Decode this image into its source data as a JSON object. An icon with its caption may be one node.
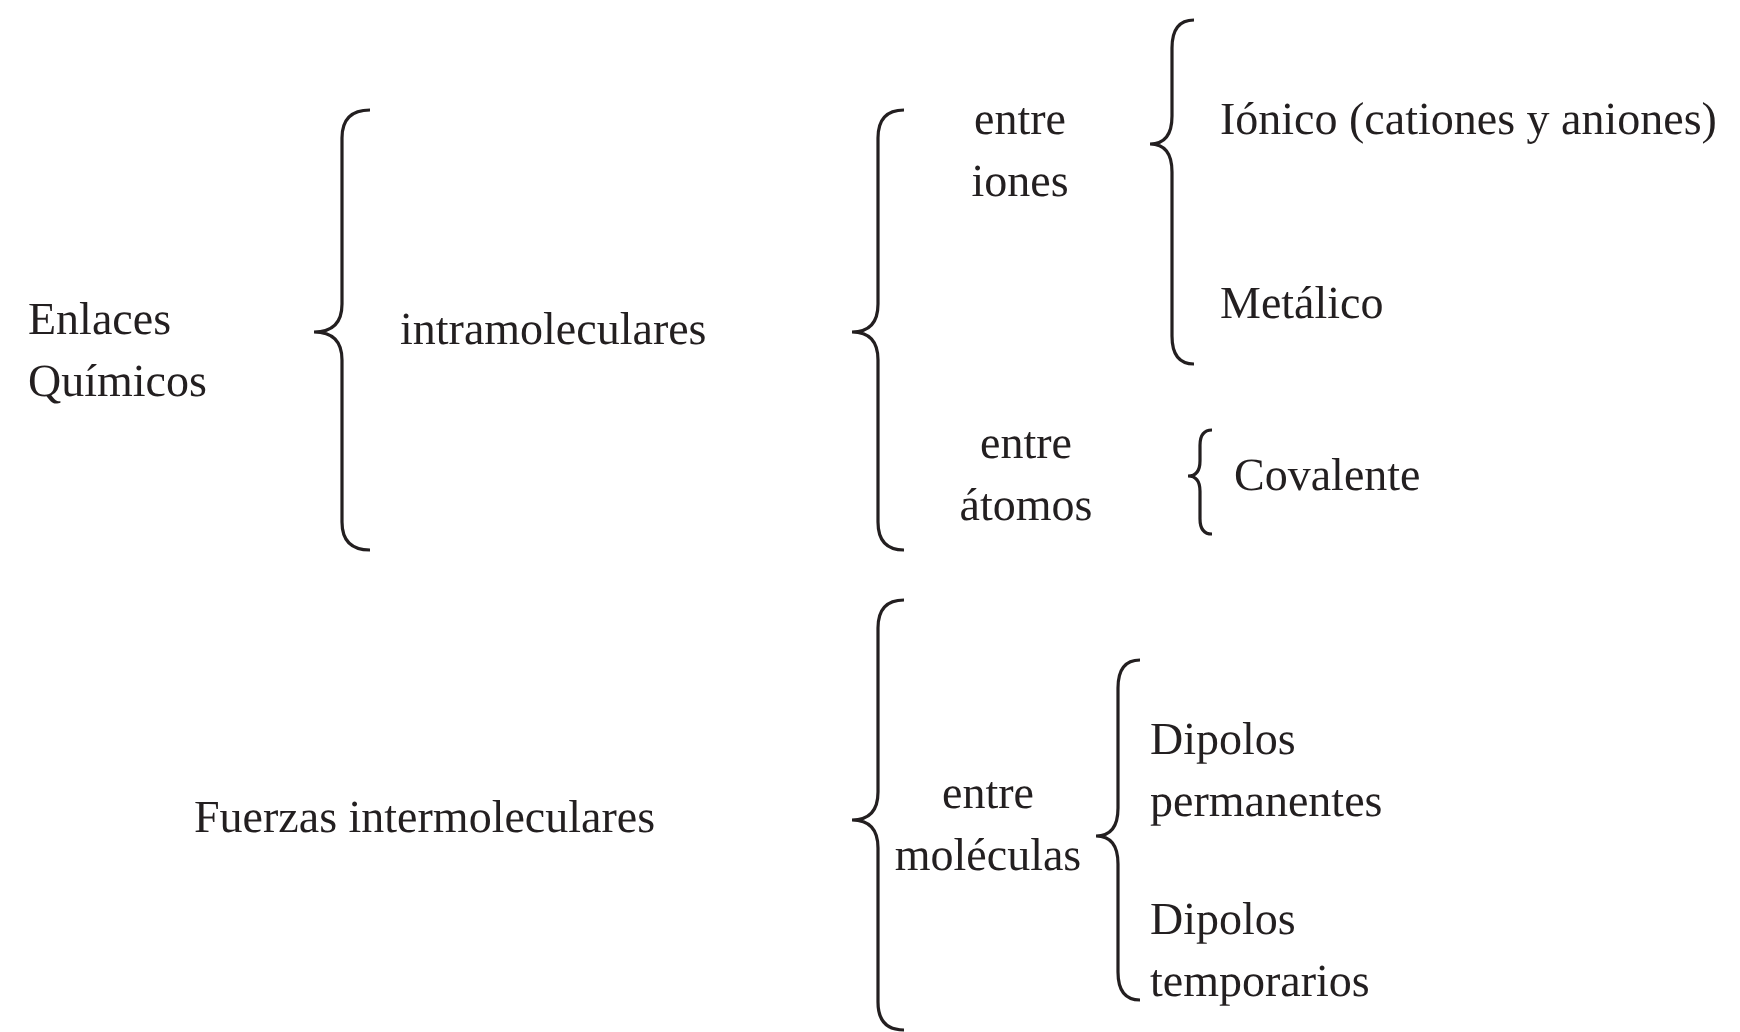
{
  "diagram": {
    "labels": [
      "Enlaces Químicos",
      "intramoleculares",
      "entre iones",
      "Iónico (cationes y aniones)",
      "Metálico",
      "entre átomos",
      "Covalente",
      "Fuerzas intermoleculares",
      "entre moléculas",
      "Dipolos permanentes",
      "Dipolos temporarios"
    ]
  }
}
